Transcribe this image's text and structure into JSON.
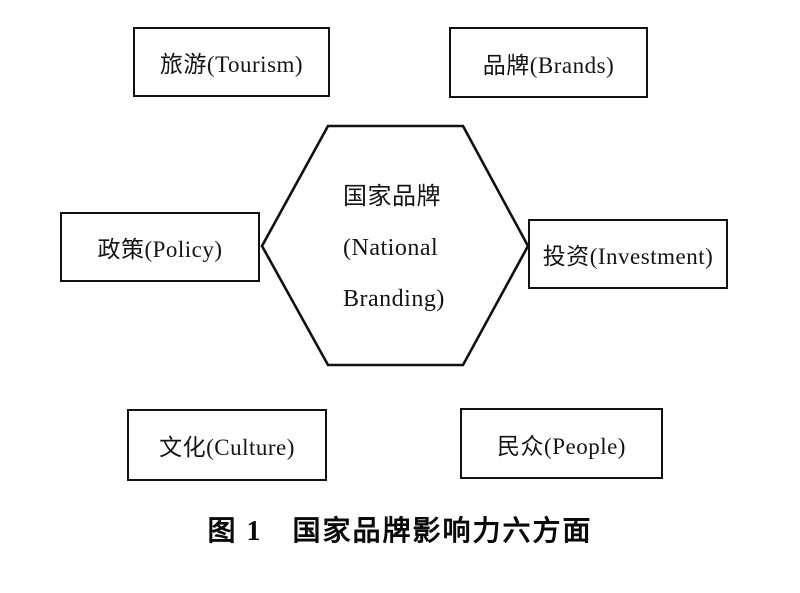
{
  "figure": {
    "center": {
      "line1": "国家品牌",
      "line2": "(National",
      "line3": "Branding)"
    },
    "nodes": [
      {
        "id": "tourism",
        "label": "旅游(Tourism)"
      },
      {
        "id": "brands",
        "label": "品牌(Brands)"
      },
      {
        "id": "policy",
        "label": "政策(Policy)"
      },
      {
        "id": "investment",
        "label": "投资(Investment)"
      },
      {
        "id": "culture",
        "label": "文化(Culture)"
      },
      {
        "id": "people",
        "label": "民众(People)"
      }
    ],
    "caption": "图 1　国家品牌影响力六方面"
  },
  "colors": {
    "line": "#111111",
    "background": "#ffffff",
    "text": "#141414"
  }
}
